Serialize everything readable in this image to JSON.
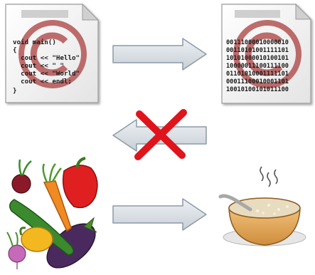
{
  "source_document": {
    "icon": "copyright-icon",
    "code_lines": [
      "void main()",
      "{",
      "  cout << \"Hello\"",
      "  cout << \" \"",
      "  cout << \"World\"",
      "  cout << endl;",
      "}"
    ]
  },
  "binary_document": {
    "icon": "copyright-icon",
    "lines": [
      "00111000010000010",
      "00110101001111101",
      "10101000010100101",
      "10000011100111100",
      "01101010001111101",
      "00011100010001101",
      "10010100101011100"
    ]
  },
  "arrows": {
    "compile": "arrow-right-icon",
    "decompile": "arrow-left-icon",
    "cook": "arrow-right-icon"
  },
  "cross_mark": "red-x-icon",
  "vegetables": "vegetables-icon",
  "soup_bowl": "soup-bowl-icon",
  "colors": {
    "paper": "#f6f6f6",
    "arrow_fill": "#d7dde3",
    "arrow_stroke": "#8c9aa6",
    "copyright": "#b04a4a",
    "cross": "#e0141b",
    "bowl": "#e3aa5c",
    "soup": "#e8dcc0"
  }
}
